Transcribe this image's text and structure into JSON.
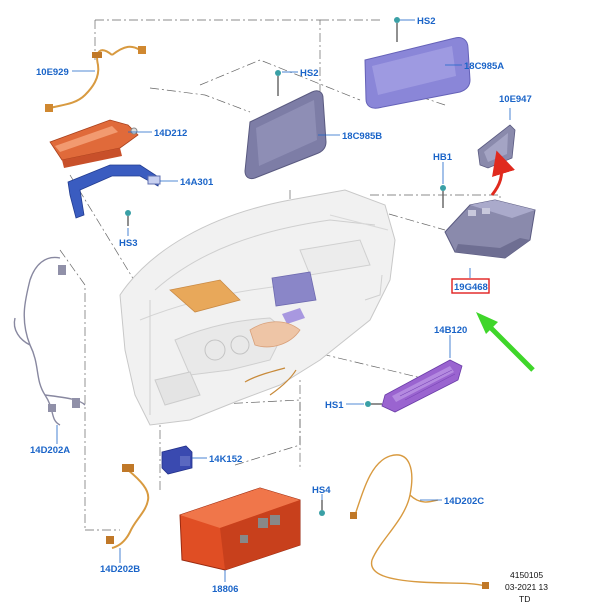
{
  "labels": {
    "hs2_top": "HS2",
    "part_18c985a": "18C985A",
    "hs2_mid": "HS2",
    "part_18c985b": "18C985B",
    "part_10e929": "10E929",
    "part_14d212": "14D212",
    "part_14a301": "14A301",
    "hs3": "HS3",
    "part_10e947": "10E947",
    "hb1": "HB1",
    "part_19g468": "19G468",
    "part_14b120": "14B120",
    "hs1": "HS1",
    "part_14d202a": "14D202A",
    "part_14k152": "14K152",
    "hs4": "HS4",
    "part_14d202c": "14D202C",
    "part_14d202b": "14D202B",
    "part_18806": "18806"
  },
  "footer": {
    "ref_number": "4150105",
    "date_line": "03-2021 13",
    "initials": "TD"
  },
  "colors": {
    "label_blue": "#1a64c8",
    "highlight_box": "#e0201e",
    "arrow_green": "#3fd62a",
    "arrow_red": "#e02a1e",
    "display_purple": "#8080d8",
    "module_orange": "#e0602a",
    "harness_orange": "#d89a40"
  }
}
